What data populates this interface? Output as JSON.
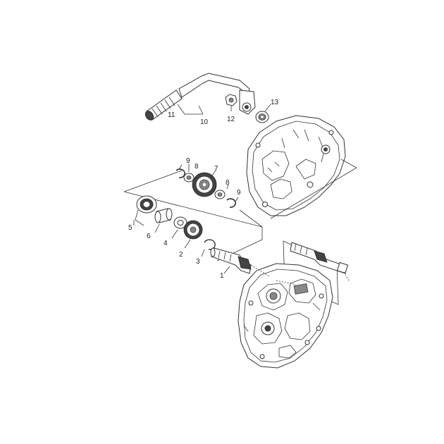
{
  "callouts": {
    "c1": "1",
    "c2": "2",
    "c3": "3",
    "c4": "4",
    "c5": "5",
    "c6": "6",
    "c7": "7",
    "c8a": "8",
    "c8b": "8",
    "c9a": "9",
    "c9b": "9",
    "c10": "10",
    "c11": "11",
    "c12": "12",
    "c13": "13"
  }
}
